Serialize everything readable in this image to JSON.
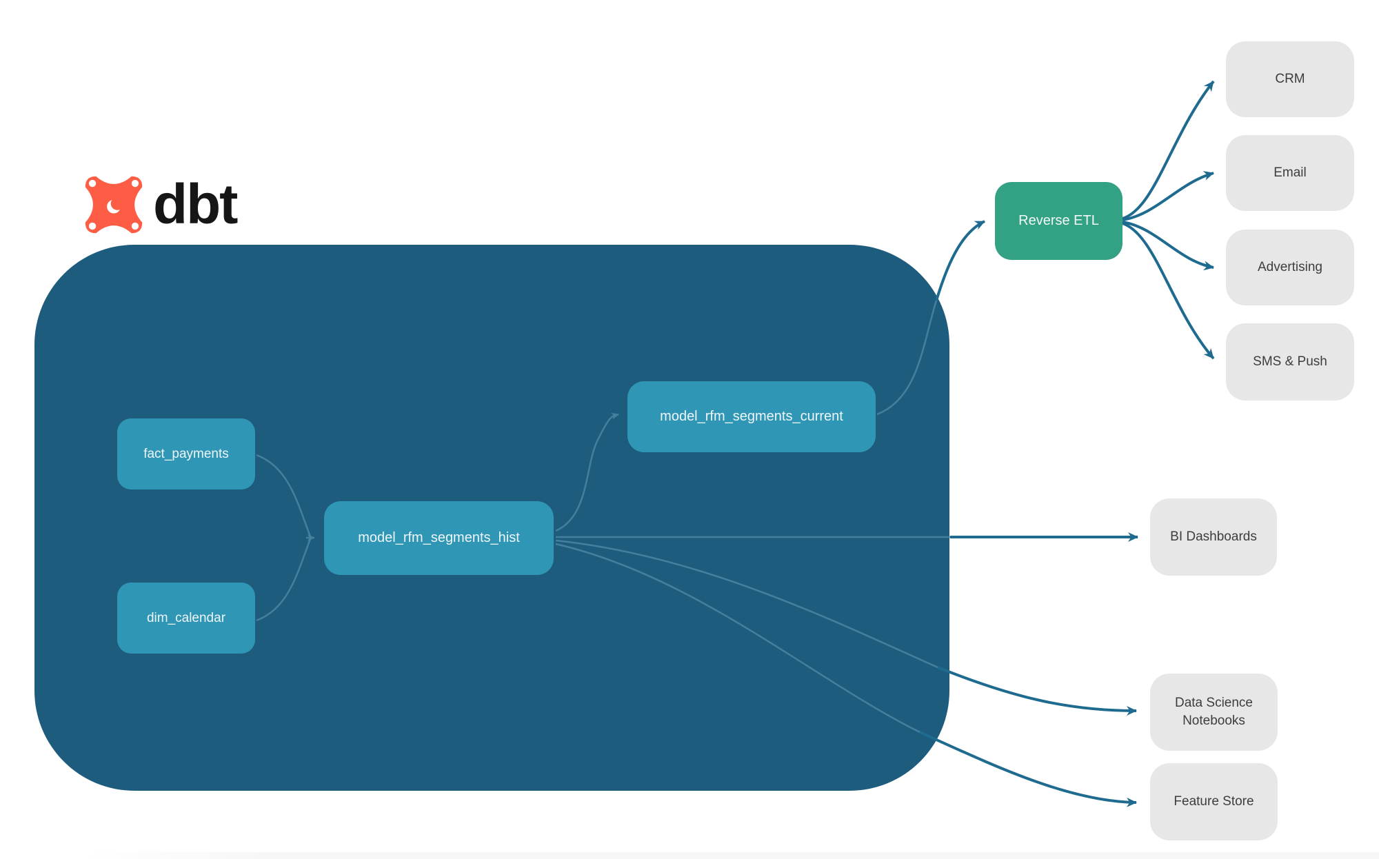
{
  "logo": {
    "text": "dbt",
    "icon_color": "#fd5c45",
    "text_color": "#161616"
  },
  "warehouse": {
    "bg_color": "#1e5c7e",
    "node_color": "#3096b5",
    "nodes": [
      {
        "id": "fact_payments",
        "label": "fact_payments"
      },
      {
        "id": "dim_calendar",
        "label": "dim_calendar"
      },
      {
        "id": "model_rfm_segments_hist",
        "label": "model_rfm_segments_hist"
      },
      {
        "id": "model_rfm_segments_current",
        "label": "model_rfm_segments_current"
      }
    ]
  },
  "reverse_etl": {
    "label": "Reverse ETL",
    "color": "#33a183"
  },
  "destinations": {
    "box_color": "#e7e7e7",
    "text_color": "#3d3d3d",
    "activation": [
      {
        "label": "CRM"
      },
      {
        "label": "Email"
      },
      {
        "label": "Advertising"
      },
      {
        "label": "SMS & Push"
      }
    ],
    "analytics": [
      {
        "label": "BI Dashboards"
      },
      {
        "label": "Data Science Notebooks"
      },
      {
        "label": "Feature Store"
      }
    ]
  },
  "edges": [
    {
      "from": "fact_payments",
      "to": "model_rfm_segments_hist"
    },
    {
      "from": "dim_calendar",
      "to": "model_rfm_segments_hist"
    },
    {
      "from": "model_rfm_segments_hist",
      "to": "model_rfm_segments_current"
    },
    {
      "from": "model_rfm_segments_hist",
      "to": "BI Dashboards"
    },
    {
      "from": "model_rfm_segments_hist",
      "to": "Data Science Notebooks"
    },
    {
      "from": "model_rfm_segments_hist",
      "to": "Feature Store"
    },
    {
      "from": "model_rfm_segments_current",
      "to": "Reverse ETL"
    },
    {
      "from": "Reverse ETL",
      "to": "CRM"
    },
    {
      "from": "Reverse ETL",
      "to": "Email"
    },
    {
      "from": "Reverse ETL",
      "to": "Advertising"
    },
    {
      "from": "Reverse ETL",
      "to": "SMS & Push"
    }
  ],
  "edge_colors": {
    "dark": "#1e6b8f",
    "light": "#4b86a2"
  }
}
